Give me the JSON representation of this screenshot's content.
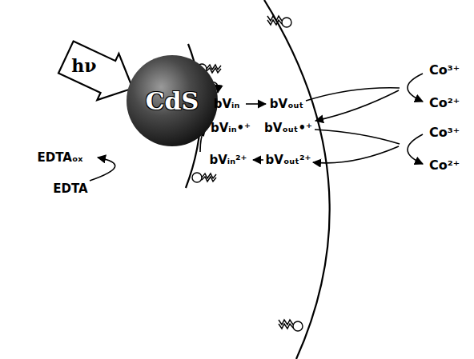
{
  "diagram": {
    "nodes": [
      {
        "text": [
          "hν"
        ]
      },
      {
        "text": [
          "CdS"
        ]
      }
    ],
    "labels": [
      "EDTAₒₓ",
      "EDTA",
      "bVᵢₙ",
      "bVₒᵤₜ",
      "bVᵢₙ•⁺",
      "bVₒᵤₜ•⁺",
      "bVᵢₙ²⁺",
      "bVₒᵤₜ²⁺",
      "Co³⁺",
      "Co²⁺",
      "Co³⁺",
      "Co²⁺"
    ]
  }
}
